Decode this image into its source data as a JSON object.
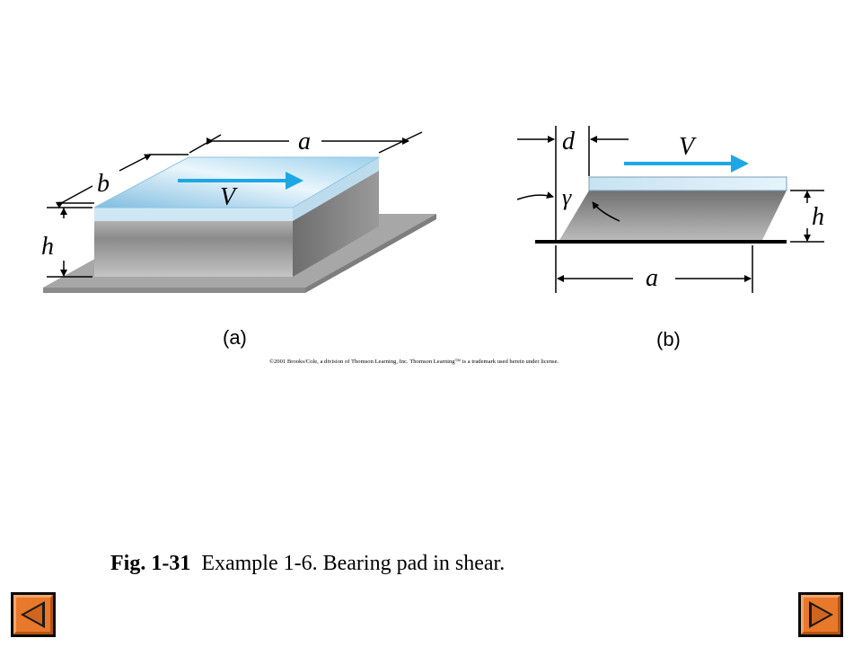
{
  "figure": {
    "panel_a": {
      "label": "(a)",
      "dim_a": "a",
      "dim_b": "b",
      "dim_h": "h",
      "velocity": "V"
    },
    "panel_b": {
      "label": "(b)",
      "dim_d": "d",
      "dim_gamma": "γ",
      "dim_h": "h",
      "dim_a": "a",
      "velocity": "V"
    },
    "copyright": "©2001 Brooks/Cole, a division of Thomson Learning, Inc.  Thomson Learning™ is a trademark used herein under license."
  },
  "caption": {
    "number": "Fig. 1-31",
    "text": "Example 1-6.  Bearing pad in shear."
  },
  "nav": {
    "prev_icon": "triangle-left-icon",
    "next_icon": "triangle-right-icon",
    "button_color": "#e8782a"
  },
  "colors": {
    "velocity_arrow": "#1ea7e4",
    "pad_top": "#9ccde8",
    "pad_side": "#808080",
    "base": "#a8a8a8"
  }
}
